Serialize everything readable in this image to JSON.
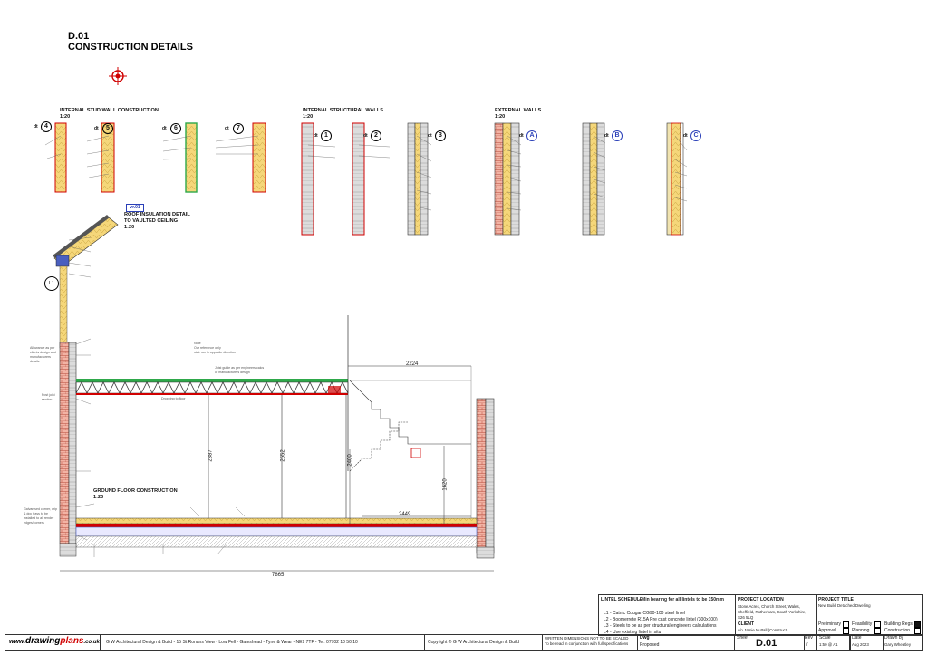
{
  "sheet": {
    "code": "D.01",
    "title": "CONSTRUCTION DETAILS"
  },
  "sections": {
    "stud_walls": {
      "title": "INTERNAL STUD WALL CONSTRUCTION",
      "scale": "1:20",
      "walls": [
        {
          "tag": "dt",
          "num": "4"
        },
        {
          "tag": "dt",
          "num": "5"
        },
        {
          "tag": "dt",
          "num": "6"
        },
        {
          "tag": "dt",
          "num": "7"
        }
      ]
    },
    "structural_walls": {
      "title": "INTERNAL STRUCTURAL WALLS",
      "scale": "1:20",
      "walls": [
        {
          "tag": "dt",
          "num": "1"
        },
        {
          "tag": "dt",
          "num": "2"
        },
        {
          "tag": "dt",
          "num": "3"
        }
      ]
    },
    "external_walls": {
      "title": "EXTERNAL WALLS",
      "scale": "1:20",
      "walls": [
        {
          "tag": "dt",
          "num": "A"
        },
        {
          "tag": "dt",
          "num": "B"
        },
        {
          "tag": "dt",
          "num": "C"
        }
      ]
    },
    "roof_detail": {
      "ref": "vr.01",
      "title_1": "ROOF INSULATION DETAIL",
      "title_2": "TO VAULTED CEILING",
      "scale": "1:20"
    },
    "ground_floor": {
      "title": "GROUND FLOOR CONSTRUCTION",
      "scale": "1:20"
    },
    "lintel_tag": "L1"
  },
  "dimensions": {
    "d2224": "2224",
    "d2387": "2387",
    "d2652": "2652",
    "d2400": "2400",
    "d1620": "1620",
    "d2449": "2449",
    "d7865": "7865"
  },
  "notes": {
    "note": "Note",
    "note_1": "Our reference only",
    "note_2": "stair run in opposite direction",
    "engineer_calc": "Joist guide as per engineers calcs",
    "engineer_calc_2": "or manufacturers design",
    "dropping": "Dropping to floor",
    "post": "Post joist",
    "post_2": "section",
    "eaves": "Allowance as per",
    "eaves_2": "clients design and",
    "eaves_3": "manufacturers",
    "eaves_4": "details",
    "galv_1": "Galvanised corner, drip",
    "galv_2": "& dpc trays to be",
    "galv_3": "installed to all render",
    "galv_4": "edges/corners"
  },
  "lintel_schedule": {
    "title": "LINTEL SCHEDULE",
    "note": "- Min bearing for all lintels to be 150mm",
    "items": [
      "L1 - Catnic Cougar CG90-100 steel lintel",
      "L2 - Boomerrete R15A Pre cast concrete lintel (300x100)",
      "L3 - Steels to be as per structural engineers calculations",
      "L4 - Use existing lintel in situ"
    ]
  },
  "project_location": {
    "label": "PROJECT LOCATION",
    "lines": [
      "Stone Acres, Church Street, Wales,",
      "Sheffield, Rotherham, South Yorkshire,",
      "S26 5LQ"
    ]
  },
  "client": {
    "label": "CLIENT",
    "value": "c/o Jamie Nuttall (Construct)"
  },
  "project_title": {
    "label": "PROJECT TITLE",
    "value": "New Build Detached Dwelling"
  },
  "status": {
    "items": [
      {
        "label": "Preliminary",
        "checked": false
      },
      {
        "label": "Feasibility",
        "checked": false
      },
      {
        "label": "Building Regs",
        "checked": true
      },
      {
        "label": "Approval",
        "checked": false
      },
      {
        "label": "Planning",
        "checked": false
      },
      {
        "label": "Construction",
        "checked": false
      }
    ]
  },
  "footer": {
    "logo_prefix": "www.",
    "logo_main": "drawing",
    "logo_accent": "plans",
    "logo_suffix": ".co.uk",
    "company": "G W Architectural Design & Build - 15 St Ronans View - Low Fell - Gateshead - Tyne & Wear - NE9 7TF - Tel: 07702 10 50 10",
    "copyright": "Copyright © G W Architectural Design & Build",
    "disclaimer_1": "WRITTEN DIMENSIONS NOT TO BE SCALED",
    "disclaimer_2": "To be read in conjunction with full specifications",
    "dwg_label": "Dwg",
    "dwg_value": "Proposed",
    "sheet_label": "Sheet",
    "sheet_value": "D.01",
    "rev_label": "Rev",
    "rev_value": "/",
    "scale_label": "Scale",
    "scale_value": "1:50 @ A1",
    "date_label": "Date",
    "date_value": "Aug 2023",
    "drawn_label": "Drawn by",
    "drawn_value": "Gary Wheatley"
  },
  "colors": {
    "insulation": "#f5d77a",
    "brick": "#e07a6a",
    "block": "#bdbdbd",
    "accent_red": "#d00000",
    "accent_blue": "#2a3fb8",
    "green": "#2ea84a"
  }
}
